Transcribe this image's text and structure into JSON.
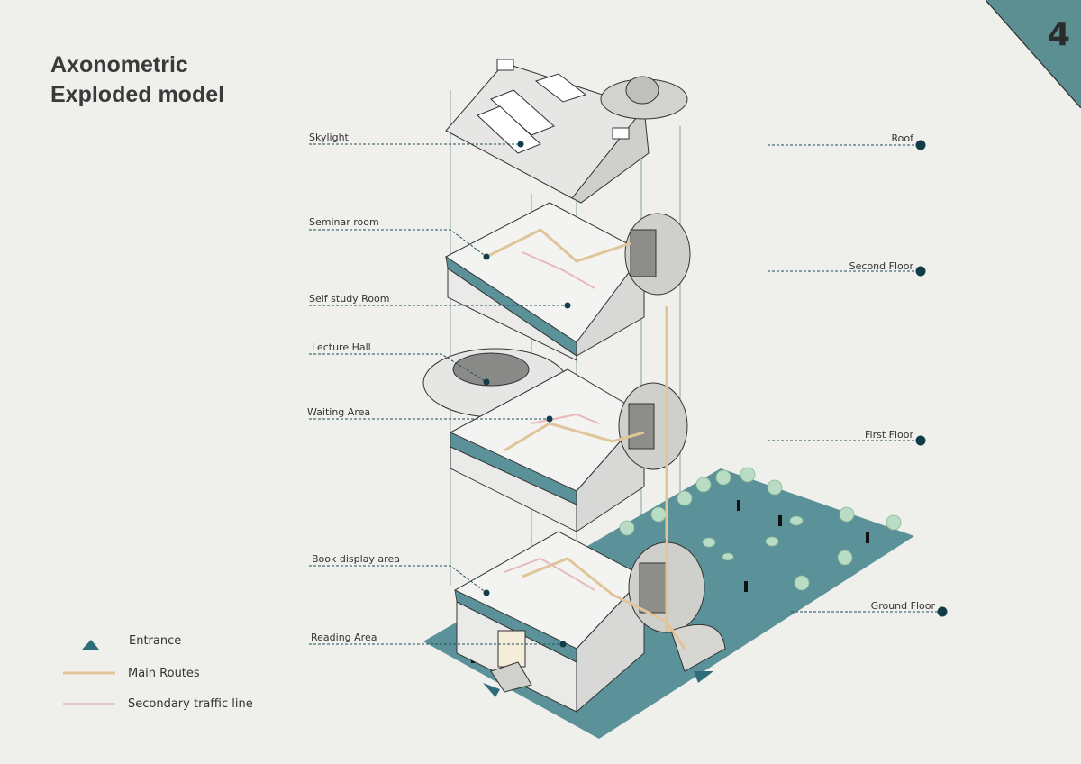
{
  "title": {
    "line1": "Axonometric",
    "line2": "Exploded model"
  },
  "page_number": "4",
  "colors": {
    "background": "#efefec",
    "teal": "#4e8a90",
    "dark_teal": "#143c48",
    "main_route": "#e0c49a",
    "secondary_route": "#e8b9b9",
    "tree": "#b9dcc4"
  },
  "labels_left": {
    "skylight": "Skylight",
    "seminar_room": "Seminar room",
    "self_study_room": "Self study Room",
    "lecture_hall": "Lecture Hall",
    "waiting_area": "Waiting Area",
    "book_display_area": "Book display area",
    "reading_area": "Reading Area"
  },
  "labels_right": {
    "roof": "Roof",
    "second_floor": "Second Floor",
    "first_floor": "First Floor",
    "ground_floor": "Ground Floor"
  },
  "legend": {
    "entrance": "Entrance",
    "main_routes": "Main Routes",
    "secondary_traffic_line": "Secondary traffic line"
  }
}
